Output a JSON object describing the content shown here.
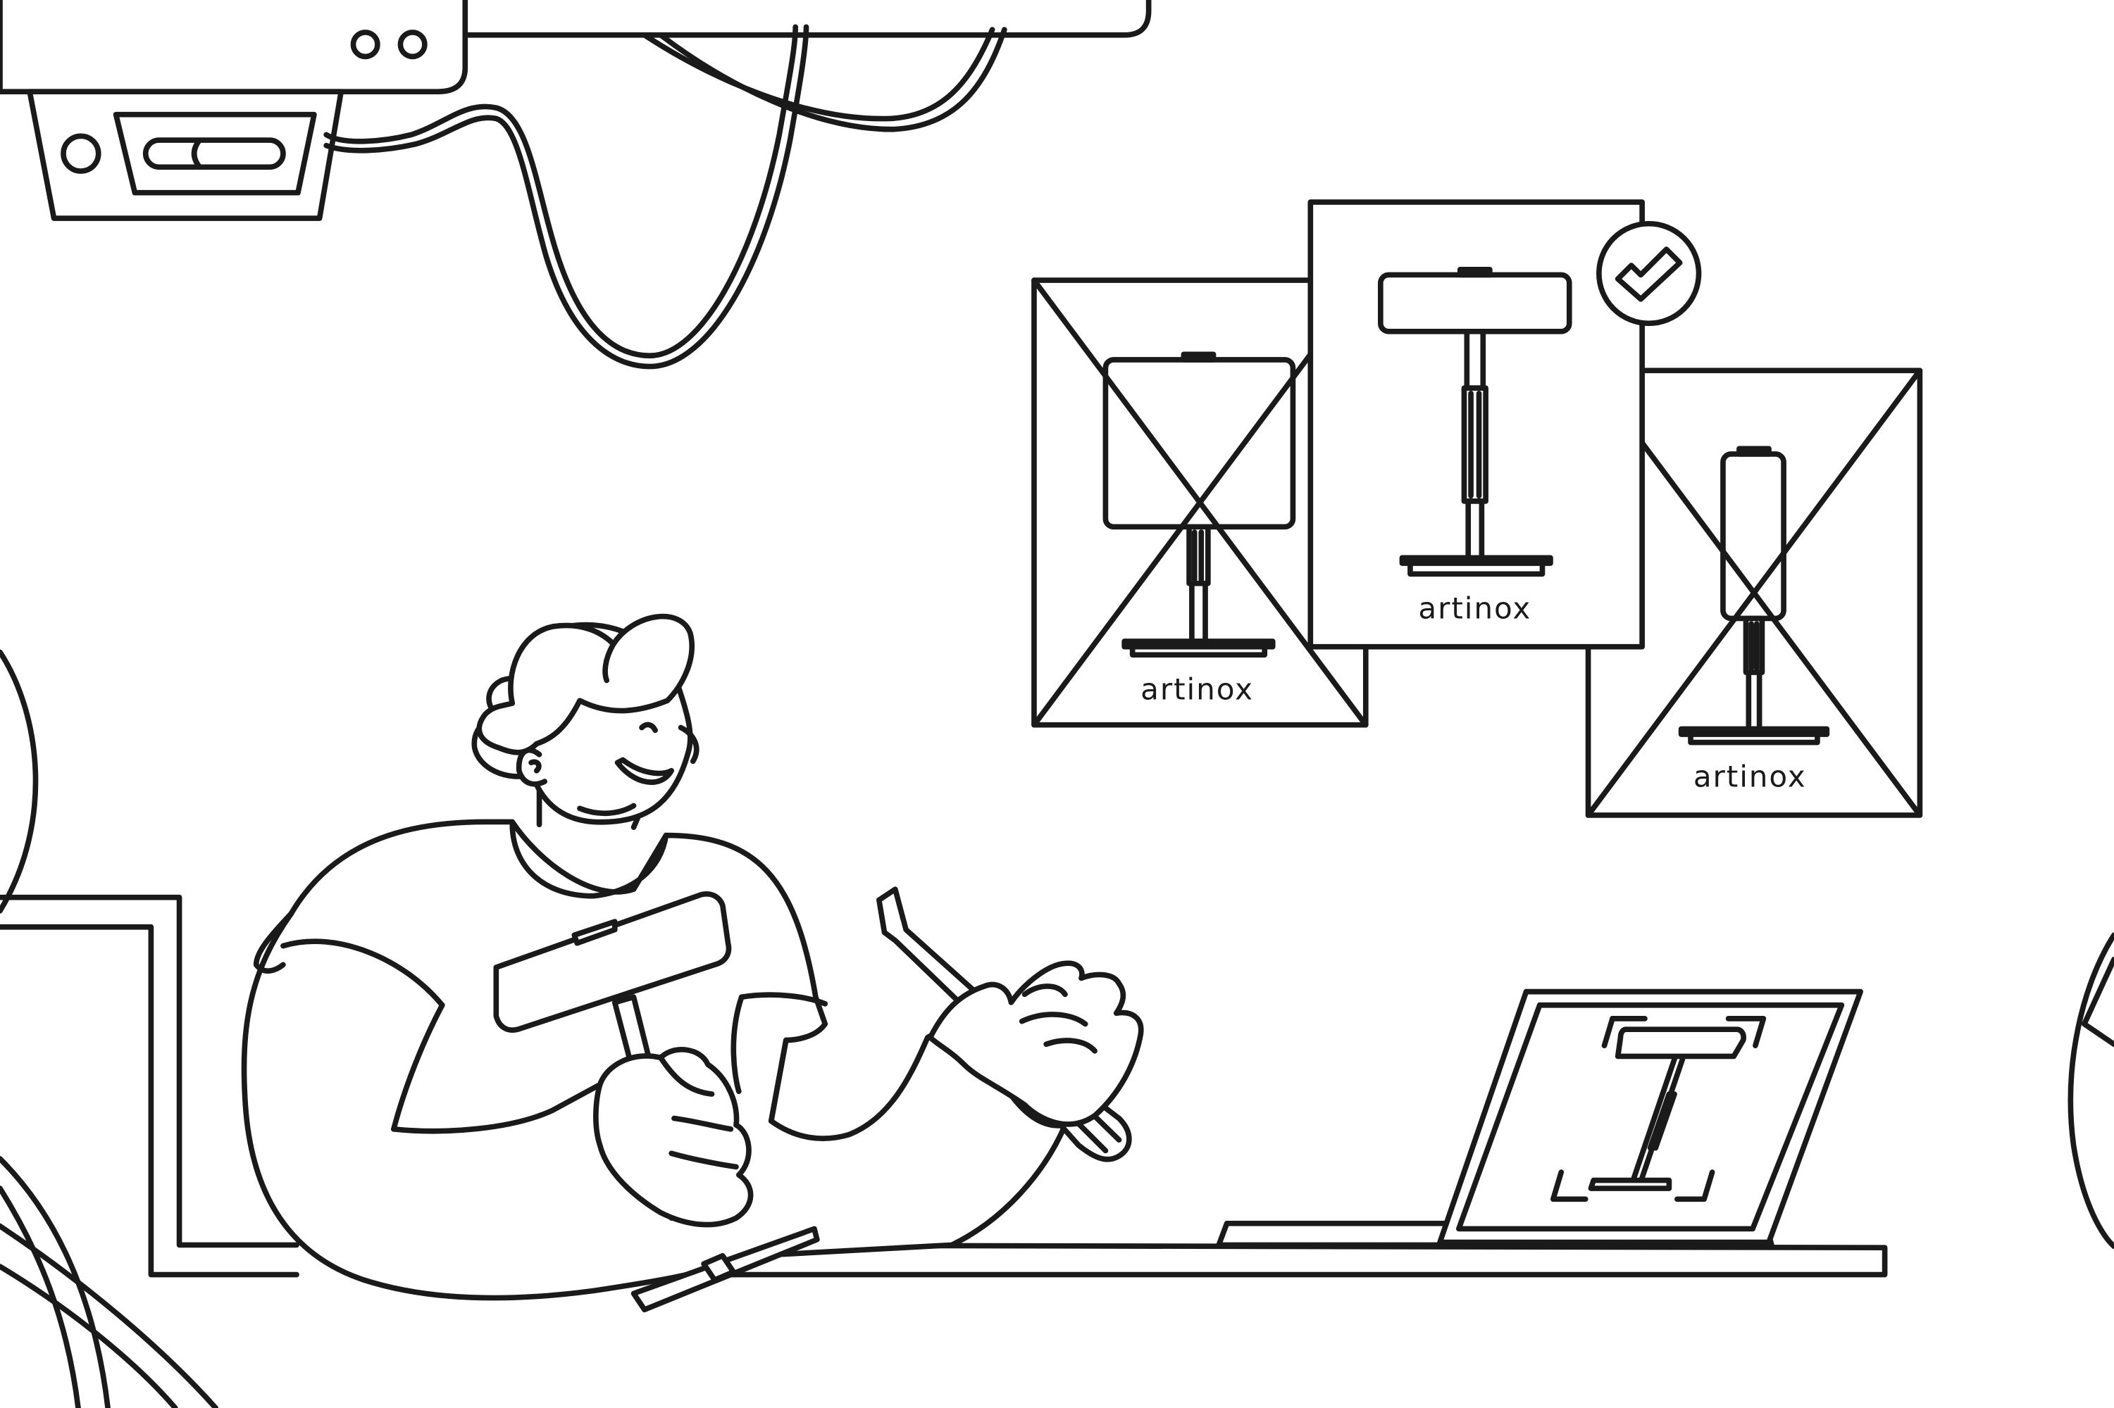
{
  "illustration": {
    "style": "monochrome line art",
    "colors": {
      "line": "#1a1a1a",
      "background": "#ffffff"
    },
    "design_cards": [
      {
        "brand": "artinox",
        "status": "rejected"
      },
      {
        "brand": "artinox",
        "status": "approved"
      },
      {
        "brand": "artinox",
        "status": "rejected"
      }
    ],
    "icons": [
      "checkmark-icon",
      "screwdriver-icon"
    ]
  }
}
